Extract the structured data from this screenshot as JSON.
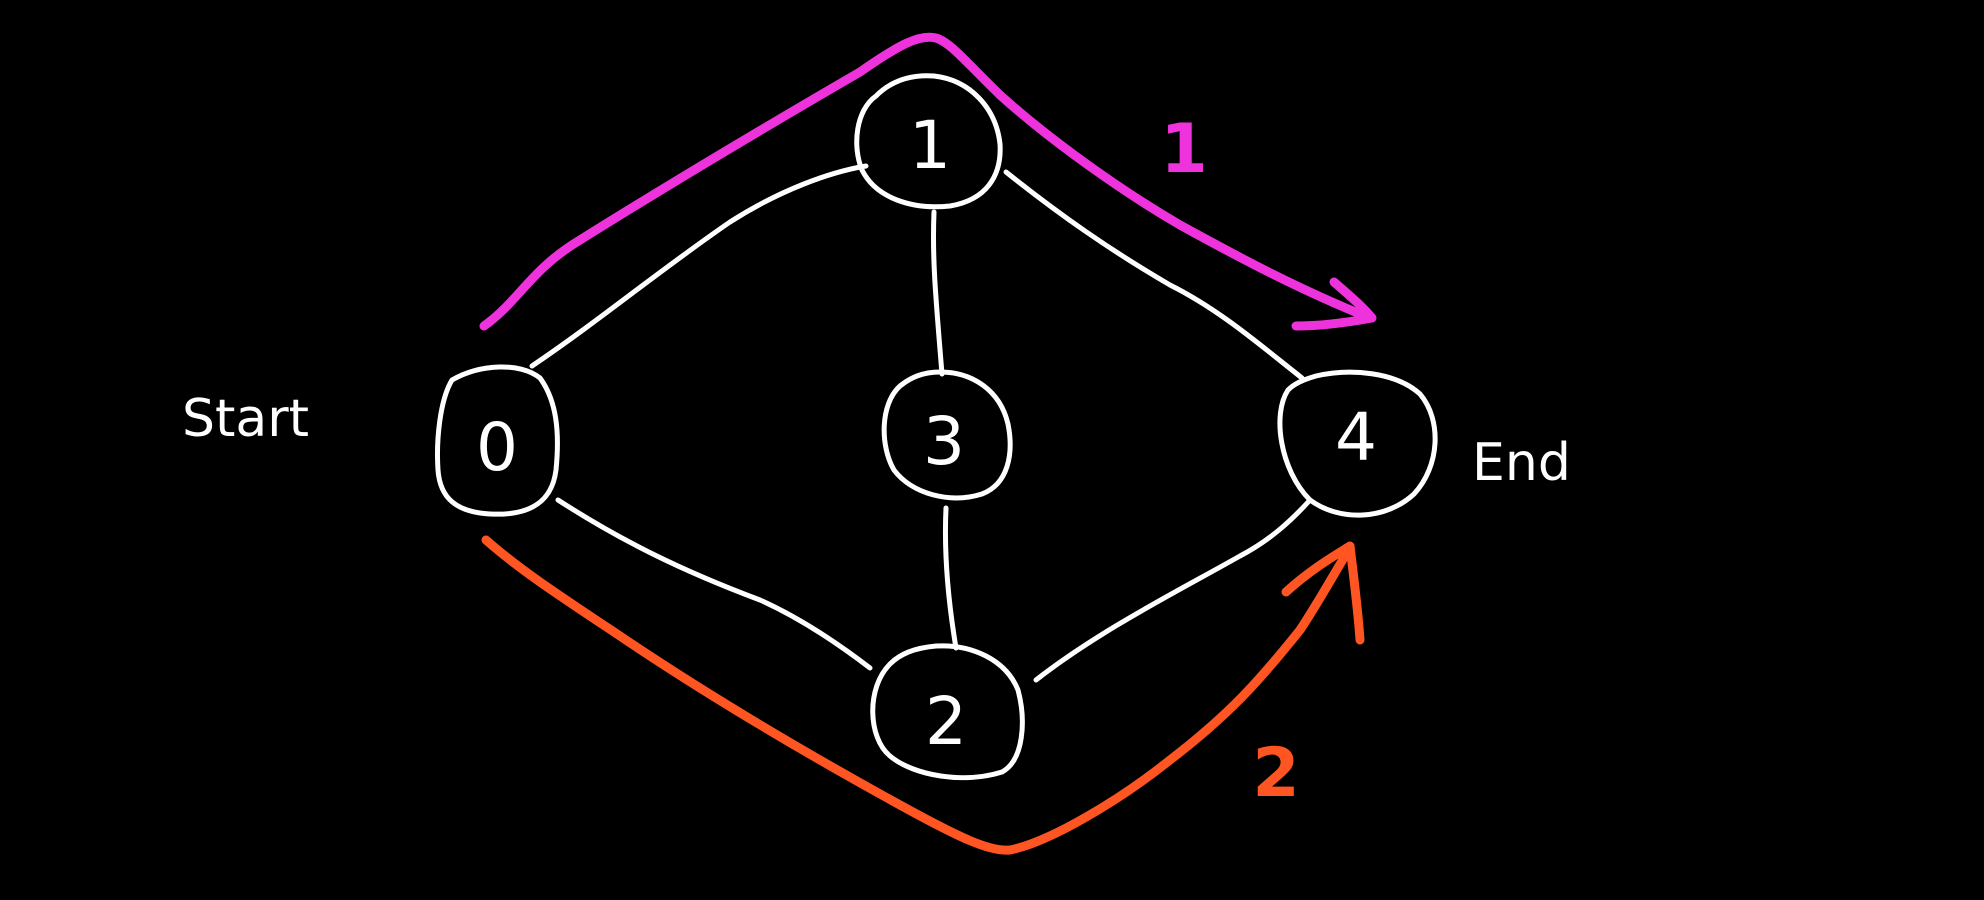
{
  "diagram": {
    "nodes": [
      {
        "id": "0",
        "label": "0"
      },
      {
        "id": "1",
        "label": "1"
      },
      {
        "id": "2",
        "label": "2"
      },
      {
        "id": "3",
        "label": "3"
      },
      {
        "id": "4",
        "label": "4"
      }
    ],
    "edges": [
      [
        "0",
        "1"
      ],
      [
        "0",
        "2"
      ],
      [
        "1",
        "3"
      ],
      [
        "3",
        "2"
      ],
      [
        "1",
        "4"
      ],
      [
        "2",
        "4"
      ]
    ],
    "start_label": "Start",
    "end_label": "End",
    "routes": [
      {
        "label": "1",
        "color": "#ee33dd",
        "via": [
          "0",
          "1",
          "4"
        ]
      },
      {
        "label": "2",
        "color": "#ff5522",
        "via": [
          "0",
          "2",
          "4"
        ]
      }
    ],
    "colors": {
      "background": "#000000",
      "ink": "#ffffff"
    }
  }
}
